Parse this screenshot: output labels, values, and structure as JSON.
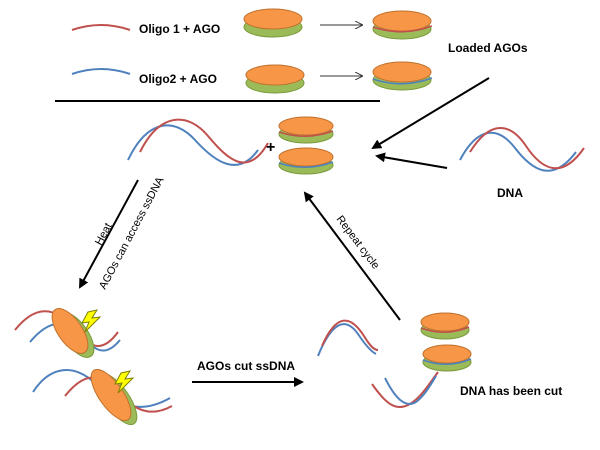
{
  "labels": {
    "oligo1": "Oligo 1 + AGO",
    "oligo2": "Oligo2 + AGO",
    "loaded": "Loaded AGOs",
    "plus": "+",
    "dna": "DNA",
    "heat": "Heat",
    "access": "AGOs can access ssDNA",
    "repeat": "Repeat cycle",
    "cut_action": "AGOs cut ssDNA",
    "cut_result": "DNA has been cut"
  },
  "colors": {
    "strand_red": "#c0504d",
    "strand_blue": "#4f81bd",
    "ago_top": "#f79646",
    "ago_bottom": "#9bbb59",
    "lightning": "#ffff00",
    "arrow": "#000000"
  }
}
